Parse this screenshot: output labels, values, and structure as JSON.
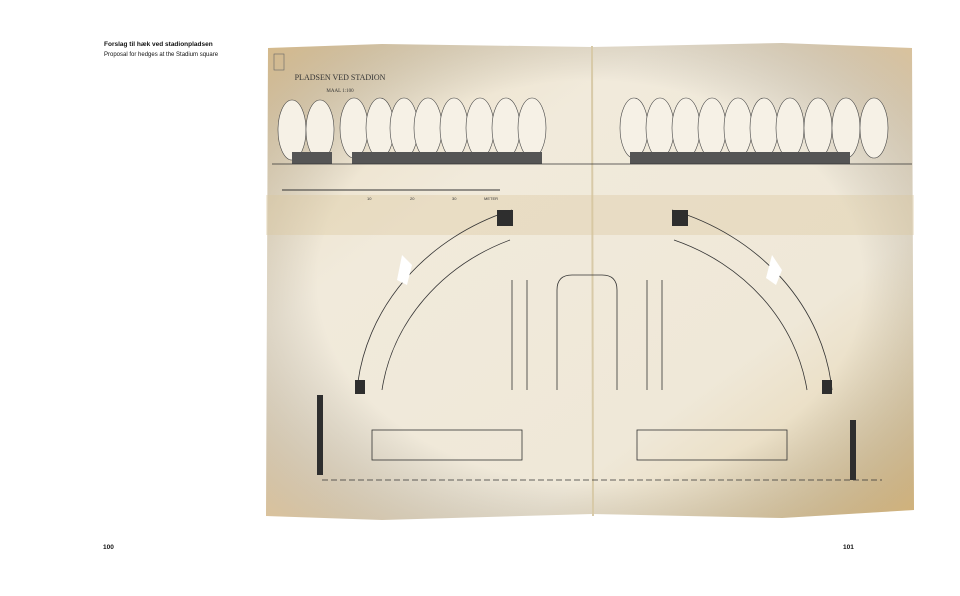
{
  "caption": {
    "title": "Forslag til hæk ved stadionpladsen",
    "subtitle": "Proposal for hedges at the Stadium square"
  },
  "drawing": {
    "title": "PLADSEN VED STADION",
    "scale": "MAAL 1:100",
    "scale_bar_ticks": [
      "10",
      "20",
      "30",
      "METER"
    ]
  },
  "page_numbers": {
    "left": "100",
    "right": "101"
  }
}
